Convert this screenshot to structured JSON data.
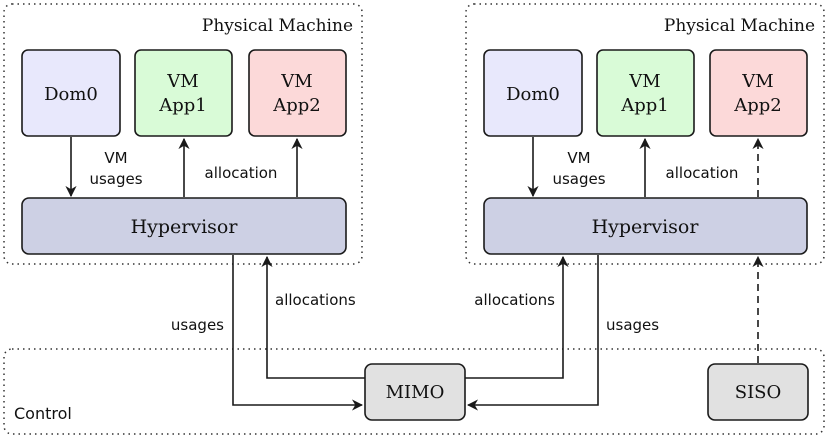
{
  "colors": {
    "dom0_fill": "#e8e8fc",
    "app1_fill": "#d9fbd7",
    "app2_fill": "#fcd9d9",
    "hypervisor_fill": "#cdd0e4",
    "controller_fill": "#e1e1e1",
    "stroke": "#1a1a1a",
    "dotted_frame": "#333333"
  },
  "physical_machines": [
    {
      "title": "Physical Machine",
      "dom0": "Dom0",
      "app1": {
        "line1": "VM",
        "line2": "App1"
      },
      "app2": {
        "line1": "VM",
        "line2": "App2"
      },
      "hypervisor": "Hypervisor",
      "vm_usages": {
        "line1": "VM",
        "line2": "usages"
      },
      "allocation": "allocation"
    },
    {
      "title": "Physical Machine",
      "dom0": "Dom0",
      "app1": {
        "line1": "VM",
        "line2": "App1"
      },
      "app2": {
        "line1": "VM",
        "line2": "App2"
      },
      "hypervisor": "Hypervisor",
      "vm_usages": {
        "line1": "VM",
        "line2": "usages"
      },
      "allocation": "allocation"
    }
  ],
  "control": {
    "title": "Control",
    "mimo": "MIMO",
    "siso": "SISO"
  },
  "links": {
    "left_usages": "usages",
    "left_allocations": "allocations",
    "right_allocations": "allocations",
    "right_usages": "usages"
  }
}
